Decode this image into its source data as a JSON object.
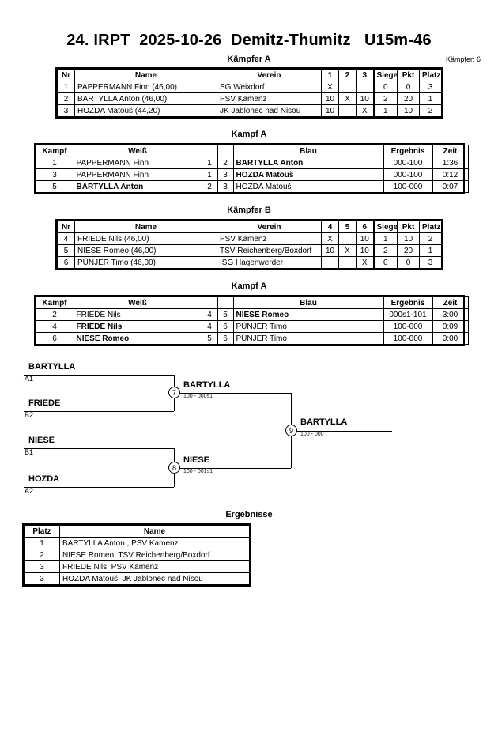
{
  "header": {
    "title": "24. IRPT  2025-10-26  Demitz-Thumitz   U15m-46",
    "pool_a_label": "Kämpfer A",
    "fighter_count": "Kämpfer: 6"
  },
  "pool_a": {
    "columns": [
      "Nr",
      "Name",
      "Verein",
      "1",
      "2",
      "3",
      "Siege",
      "Pkt",
      "Platz"
    ],
    "rows": [
      {
        "nr": "1",
        "name": "PAPPERMANN Finn  (46,00)",
        "verein": "SG Weixdorf",
        "m1": "X",
        "m2": "",
        "m3": "",
        "siege": "0",
        "pkt": "0",
        "platz": "3"
      },
      {
        "nr": "2",
        "name": "BARTYLLA Anton   (46,00)",
        "verein": "PSV Kamenz",
        "m1": "10",
        "m2": "X",
        "m3": "10",
        "siege": "2",
        "pkt": "20",
        "platz": "1"
      },
      {
        "nr": "3",
        "name": "HOZDA Matouš (44,20)",
        "verein": "JK Jablonec nad Nisou",
        "m1": "10",
        "m2": "",
        "m3": "X",
        "siege": "1",
        "pkt": "10",
        "platz": "2"
      }
    ]
  },
  "kampf_a1": {
    "caption": "Kampf A",
    "columns": [
      "Kampf",
      "Weiß",
      "",
      "",
      "Blau",
      "Ergebnis",
      "Zeit"
    ],
    "rows": [
      {
        "kampf": "1",
        "weiss": "PAPPERMANN Finn",
        "weiss_bold": false,
        "n1": "1",
        "n2": "2",
        "blau": "BARTYLLA Anton",
        "blau_bold": true,
        "ergebnis": "000-100",
        "zeit": "1:36"
      },
      {
        "kampf": "3",
        "weiss": "PAPPERMANN Finn",
        "weiss_bold": false,
        "n1": "1",
        "n2": "3",
        "blau": "HOZDA Matouš",
        "blau_bold": true,
        "ergebnis": "000-100",
        "zeit": "0:12"
      },
      {
        "kampf": "5",
        "weiss": "BARTYLLA Anton",
        "weiss_bold": true,
        "n1": "2",
        "n2": "3",
        "blau": "HOZDA Matouš",
        "blau_bold": false,
        "ergebnis": "100-000",
        "zeit": "0:07"
      }
    ]
  },
  "pool_b": {
    "caption": "Kämpfer B",
    "columns": [
      "Nr",
      "Name",
      "Verein",
      "4",
      "5",
      "6",
      "Siege",
      "Pkt",
      "Platz"
    ],
    "rows": [
      {
        "nr": "4",
        "name": "FRIEDE Nils  (46,00)",
        "verein": "PSV Kamenz",
        "m1": "X",
        "m2": "",
        "m3": "10",
        "siege": "1",
        "pkt": "10",
        "platz": "2"
      },
      {
        "nr": "5",
        "name": "NIESE Romeo  (46,00)",
        "verein": "TSV Reichenberg/Boxdorf",
        "m1": "10",
        "m2": "X",
        "m3": "10",
        "siege": "2",
        "pkt": "20",
        "platz": "1"
      },
      {
        "nr": "6",
        "name": "PÜNJER Timo  (46,00)",
        "verein": "ISG Hagenwerder",
        "m1": "",
        "m2": "",
        "m3": "X",
        "siege": "0",
        "pkt": "0",
        "platz": "3"
      }
    ]
  },
  "kampf_a2": {
    "caption": "Kampf A",
    "columns": [
      "Kampf",
      "Weiß",
      "",
      "",
      "Blau",
      "Ergebnis",
      "Zeit"
    ],
    "rows": [
      {
        "kampf": "2",
        "weiss": "FRIEDE Nils",
        "weiss_bold": false,
        "n1": "4",
        "n2": "5",
        "blau": "NIESE Romeo",
        "blau_bold": true,
        "ergebnis": "000s1-101",
        "zeit": "3:00"
      },
      {
        "kampf": "4",
        "weiss": "FRIEDE Nils",
        "weiss_bold": true,
        "n1": "4",
        "n2": "6",
        "blau": "PÜNJER Timo",
        "blau_bold": false,
        "ergebnis": "100-000",
        "zeit": "0:09"
      },
      {
        "kampf": "6",
        "weiss": "NIESE Romeo",
        "weiss_bold": true,
        "n1": "5",
        "n2": "6",
        "blau": "PÜNJER Timo",
        "blau_bold": false,
        "ergebnis": "100-000",
        "zeit": "0:00"
      }
    ]
  },
  "bracket": {
    "seeds": [
      {
        "name": "BARTYLLA",
        "code": "A1"
      },
      {
        "name": "FRIEDE",
        "code": "B2"
      },
      {
        "name": "NIESE",
        "code": "B1"
      },
      {
        "name": "HOZDA",
        "code": "A2"
      }
    ],
    "matches": [
      {
        "number": "7",
        "winner": "BARTYLLA",
        "score": "100 - 000s1"
      },
      {
        "number": "8",
        "winner": "NIESE",
        "score": "100 - 001s1"
      },
      {
        "number": "9",
        "winner": "BARTYLLA",
        "score": "100 - 000"
      }
    ]
  },
  "results": {
    "caption": "Ergebnisse",
    "columns": [
      "Platz",
      "Name"
    ],
    "rows": [
      {
        "platz": "1",
        "name": "BARTYLLA Anton , PSV Kamenz"
      },
      {
        "platz": "2",
        "name": "NIESE Romeo, TSV Reichenberg/Boxdorf"
      },
      {
        "platz": "3",
        "name": "FRIEDE Nils, PSV Kamenz"
      },
      {
        "platz": "3",
        "name": "HOZDA Matouš, JK Jablonec nad Nisou"
      }
    ]
  }
}
